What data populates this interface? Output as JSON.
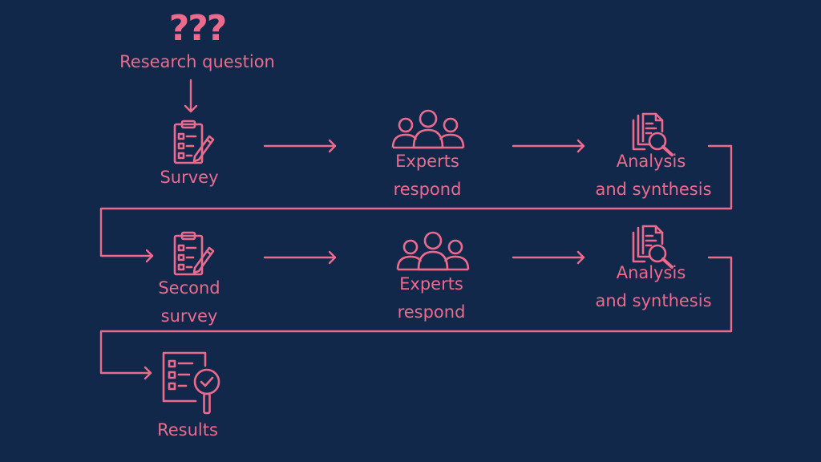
{
  "diagram": {
    "accent_color": "#ec6b8c",
    "background_color": "#12284b",
    "question_marks": "???",
    "research_question": "Research question",
    "round1": {
      "survey": "Survey",
      "experts_line1": "Experts",
      "experts_line2": "respond",
      "analysis_line1": "Analysis",
      "analysis_line2": "and synthesis"
    },
    "round2": {
      "survey_line1": "Second",
      "survey_line2": "survey",
      "experts_line1": "Experts",
      "experts_line2": "respond",
      "analysis_line1": "Analysis",
      "analysis_line2": "and synthesis"
    },
    "results": "Results",
    "icons": [
      "question-marks-icon",
      "clipboard-checklist-icon",
      "experts-group-icon",
      "document-magnifier-icon",
      "results-checklist-icon"
    ]
  }
}
